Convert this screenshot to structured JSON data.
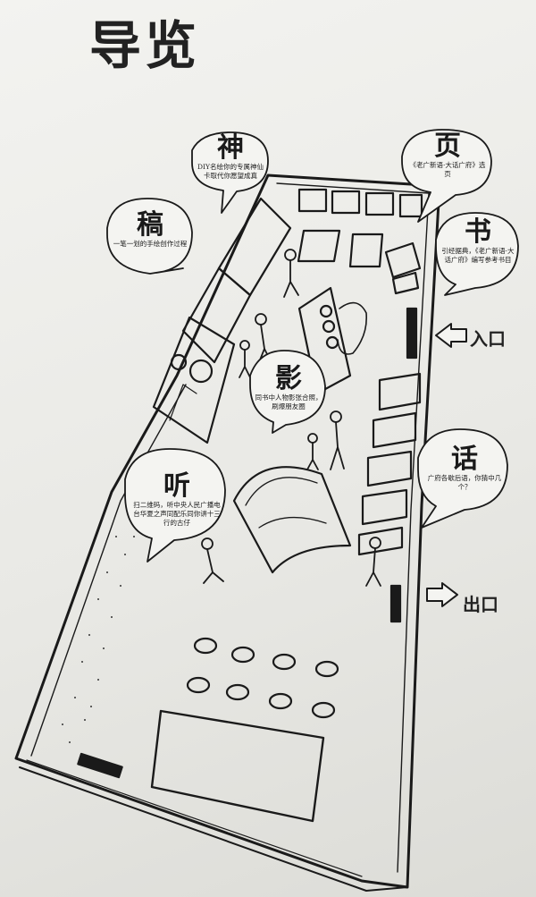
{
  "title": "导览",
  "bubbles": [
    {
      "char": "神",
      "desc": "DIY名绘你的专属神仙卡取代你愿望成真"
    },
    {
      "char": "页",
      "desc": "《老广新语·大话广府》选页"
    },
    {
      "char": "稿",
      "desc": "一笔一划的手绘创作过程"
    },
    {
      "char": "书",
      "desc": "引经据典，《老广新语·大话广府》编写参考书目"
    },
    {
      "char": "影",
      "desc": "同书中人物影张合照，刷爆朋友圈"
    },
    {
      "char": "听",
      "desc": "扫二维码，听中央人民广播电台华夏之声同配乐同你讲十三行的古仔"
    },
    {
      "char": "话",
      "desc": "广府各歇后语，你猜中几个？"
    }
  ],
  "entrance": {
    "arrow": "⬅",
    "label": "入口"
  },
  "exit": {
    "arrow": "➡",
    "label": "出口"
  },
  "colors": {
    "ink": "#1a1a1a",
    "wall": "#ecece8"
  }
}
